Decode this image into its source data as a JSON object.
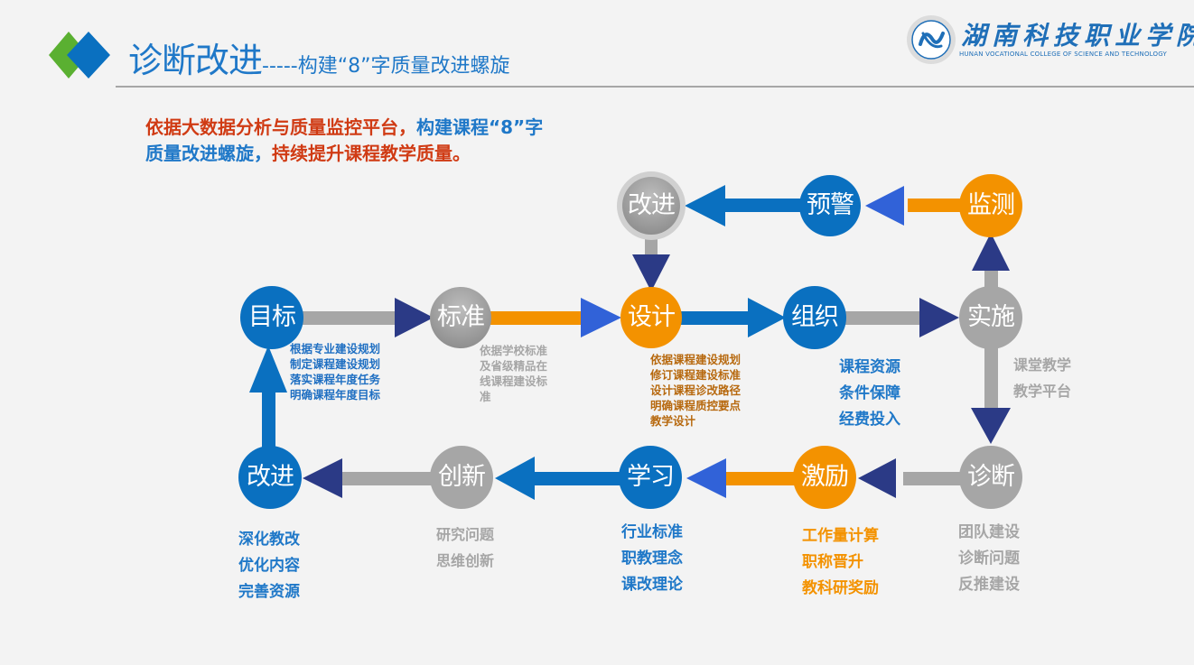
{
  "header": {
    "title": "诊断改进",
    "subtitle": "-----构建“8”字质量改进螺旋",
    "logo_cn": "湖南科技职业学院",
    "logo_en": "HUNAN VOCATIONAL COLLEGE OF SCIENCE AND TECHNOLOGY",
    "logo_icon": "college-emblem-icon"
  },
  "intro": {
    "line1_red": "依据大数据分析与质量监控平台，",
    "line1_blue": "构建课程“8”字",
    "line2_blue": "质量改进螺旋，",
    "line2_red": "持续提升课程教学质量。"
  },
  "colors": {
    "blue": "#0a70c0",
    "orange": "#f39200",
    "gray": "#a6a6a6",
    "navy": "#2b3a86",
    "royal": "#3162d8",
    "title_blue": "#1f78c8",
    "red": "#d03b14",
    "brown": "#b7690f"
  },
  "nodes": {
    "mubiao": "目标",
    "biaozhun": "标准",
    "sheji": "设计",
    "zuzhi": "组织",
    "shishi": "实施",
    "jiance": "监测",
    "yujing": "预警",
    "gaijin_top": "改进",
    "zhenduan": "诊断",
    "jili": "激励",
    "xuexi": "学习",
    "chuangxin": "创新",
    "gaijin_bottom": "改进"
  },
  "notes": {
    "mubiao": "根据专业建设规划\n制定课程建设规划\n落实课程年度任务\n明确课程年度目标",
    "biaozhun": "依据学校标准\n及省级精品在\n线课程建设标\n准",
    "sheji": "依据课程建设规划\n修订课程建设标准\n设计课程诊改路径\n明确课程质控要点\n教学设计",
    "zuzhi": "课程资源\n条件保障\n经费投入",
    "shishi": "课堂教学\n教学平台",
    "gaijin_bottom": "深化教改\n优化内容\n完善资源",
    "chuangxin": "研究问题\n思维创新",
    "xuexi": "行业标准\n职教理念\n课改理论",
    "jili": "工作量计算\n职称晋升\n教科研奖励",
    "zhenduan": "团队建设\n诊断问题\n反推建设"
  }
}
